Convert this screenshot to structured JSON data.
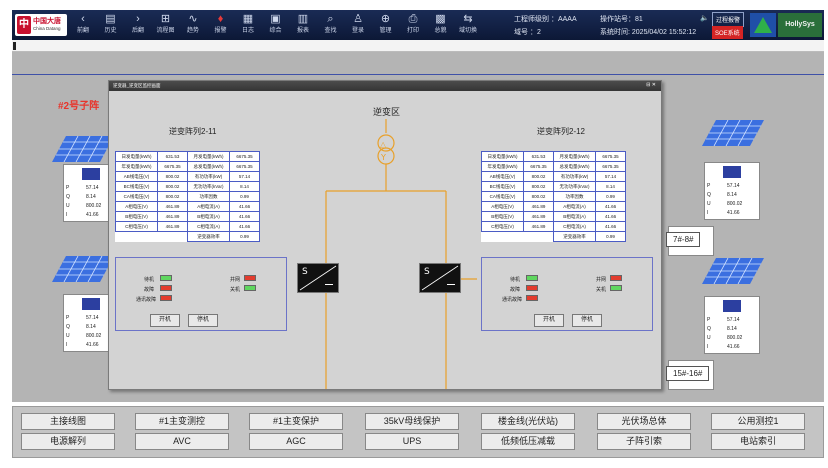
{
  "header": {
    "logo": {
      "mark": "中",
      "cn": "中国大唐",
      "en": "China Datang"
    },
    "toolbar": [
      {
        "label": "前翻",
        "icon": "‹"
      },
      {
        "label": "历史",
        "icon": "▤"
      },
      {
        "label": "后翻",
        "icon": "›"
      },
      {
        "label": "流程图",
        "icon": "⊞"
      },
      {
        "label": "趋势",
        "icon": "∿"
      },
      {
        "label": "报警",
        "icon": "♦"
      },
      {
        "label": "日志",
        "icon": "▦"
      },
      {
        "label": "综合",
        "icon": "▣"
      },
      {
        "label": "报表",
        "icon": "▥"
      },
      {
        "label": "查找",
        "icon": "⌕"
      },
      {
        "label": "登录",
        "icon": "♙"
      },
      {
        "label": "管理",
        "icon": "⊕"
      },
      {
        "label": "打印",
        "icon": "⎙"
      },
      {
        "label": "总貌",
        "icon": "▩"
      },
      {
        "label": "域切换",
        "icon": "⇆"
      }
    ],
    "engineer_level": "工程师级别 ：AAAA",
    "station_no": "操作站号：81",
    "domain_no": "域号         ：2",
    "system_time": "系统时间: 2025/04/02 15:52:12",
    "process_alarm": "过程报警",
    "soe": "SOE系统",
    "brand": "HollySys",
    "accent": "#c8102e"
  },
  "main": {
    "subarray_title": "#2号子阵",
    "background": "#b4b4b4",
    "pv_cards": [
      {
        "p": "57.14",
        "q": "8.14",
        "u": "800.02",
        "i": "41.66"
      },
      {
        "p": "57.14",
        "q": "8.14",
        "u": "800.02",
        "i": "41.66"
      },
      {
        "p": "57.14",
        "q": "8.14",
        "u": "800.02",
        "i": "41.66"
      },
      {
        "p": "57.14",
        "q": "8.14",
        "u": "800.02",
        "i": "41.66"
      }
    ],
    "pv_keys": {
      "p": "P",
      "q": "Q",
      "u": "U",
      "i": "I"
    },
    "box_labels": [
      "7#-8#",
      "15#-16#"
    ]
  },
  "dialog": {
    "title": "逆变器_逆变区监控画面",
    "controls": "⊟ ✕",
    "area_title": "逆变区",
    "left_array": {
      "title": "逆变阵列2-11",
      "rows": [
        [
          "日发电量(kWh)",
          "631.53",
          "月发电量(kWh)",
          "6675.35"
        ],
        [
          "年发电量(kWh)",
          "6675.35",
          "总发电量(kWh)",
          "6675.35"
        ],
        [
          "AB线电压(V)",
          "800.02",
          "有功功率(kW)",
          "57.14"
        ],
        [
          "BC线电压(V)",
          "800.02",
          "无功功率(kVar)",
          "8.14"
        ],
        [
          "CA线电压(V)",
          "800.02",
          "功率因数",
          "0.99"
        ],
        [
          "A相电压(V)",
          "461.89",
          "A相电流(A)",
          "41.66"
        ],
        [
          "B相电压(V)",
          "461.89",
          "B相电流(A)",
          "41.66"
        ],
        [
          "C相电压(V)",
          "461.89",
          "C相电流(A)",
          "41.66"
        ],
        [
          "",
          "",
          "逆变器效率",
          "0.99"
        ]
      ],
      "status": {
        "standby": "待机",
        "fault": "故障",
        "comm_fault": "通讯故障",
        "grid_on": "并网",
        "shutdown": "关机"
      },
      "buttons": {
        "start": "开机",
        "stop": "停机"
      }
    },
    "right_array": {
      "title": "逆变阵列2-12",
      "rows": [
        [
          "日发电量(kWh)",
          "631.53",
          "月发电量(kWh)",
          "6675.35"
        ],
        [
          "年发电量(kWh)",
          "6675.35",
          "总发电量(kWh)",
          "6675.35"
        ],
        [
          "AB线电压(V)",
          "800.02",
          "有功功率(kW)",
          "57.14"
        ],
        [
          "BC线电压(V)",
          "800.02",
          "无功功率(kVar)",
          "8.14"
        ],
        [
          "CA线电压(V)",
          "800.02",
          "功率因数",
          "0.99"
        ],
        [
          "A相电压(V)",
          "461.89",
          "A相电流(A)",
          "41.66"
        ],
        [
          "B相电压(V)",
          "461.89",
          "B相电流(A)",
          "41.66"
        ],
        [
          "C相电压(V)",
          "461.89",
          "C相电流(A)",
          "41.66"
        ],
        [
          "",
          "",
          "逆变器效率",
          "0.99"
        ]
      ],
      "status": {
        "standby": "待机",
        "fault": "故障",
        "comm_fault": "通讯故障",
        "grid_on": "并网",
        "shutdown": "关机"
      },
      "buttons": {
        "start": "开机",
        "stop": "停机"
      }
    },
    "inverter_symbol": {
      "s": "S",
      "dash": "—"
    },
    "bus_color": "#e8a02a"
  },
  "nav": {
    "row1": [
      "主接线图",
      "#1主变测控",
      "#1主变保护",
      "35kV母线保护",
      "楼金线(光伏站)",
      "光伏场总体",
      "公用测控1"
    ],
    "row2": [
      "电源解列",
      "AVC",
      "AGC",
      "UPS",
      "低频低压减载",
      "子阵引索",
      "电站索引"
    ]
  }
}
